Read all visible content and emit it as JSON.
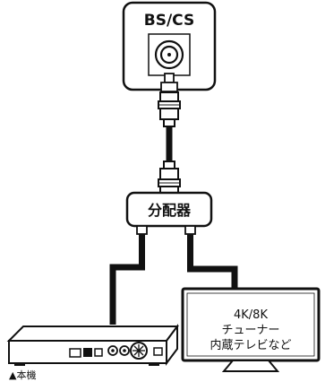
{
  "antenna_outlet": {
    "label": "BS/CS"
  },
  "splitter": {
    "label": "分配器"
  },
  "tv": {
    "line1": "4K/8K",
    "line2": "チューナー",
    "line3": "内蔵テレビなど"
  },
  "recorder": {
    "caption": "▲本機"
  }
}
